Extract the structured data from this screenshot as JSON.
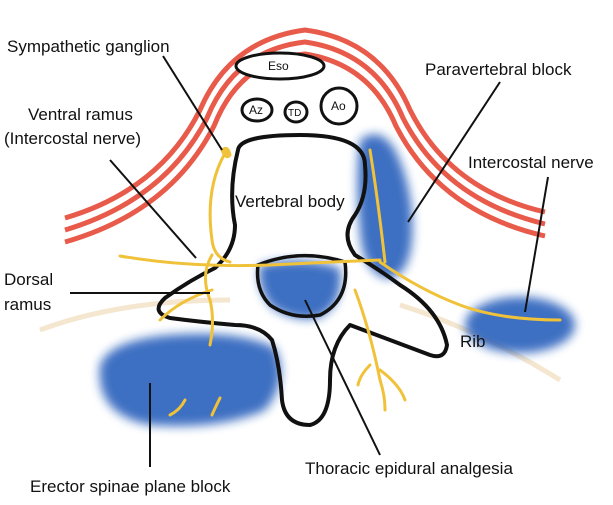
{
  "labels": {
    "sympathetic_ganglion": "Sympathetic ganglion",
    "ventral_ramus_1": "Ventral ramus",
    "ventral_ramus_2": "(Intercostal nerve)",
    "dorsal_ramus_1": "Dorsal",
    "dorsal_ramus_2": "ramus",
    "vertebral_body": "Vertebral body",
    "paravertebral_block": "Paravertebral block",
    "intercostal_nerve": "Intercostal nerve",
    "rib": "Rib",
    "erector_spinae": "Erector spinae plane block",
    "thoracic_epidural": "Thoracic epidural analgesia",
    "eso": "Eso",
    "az": "Az",
    "td": "TD",
    "ao": "Ao"
  },
  "colors": {
    "pleura": "#e85a4a",
    "nerve": "#f0c23a",
    "block": "#1f56b8",
    "outline": "#111111",
    "rib": "#f5e6cf"
  }
}
